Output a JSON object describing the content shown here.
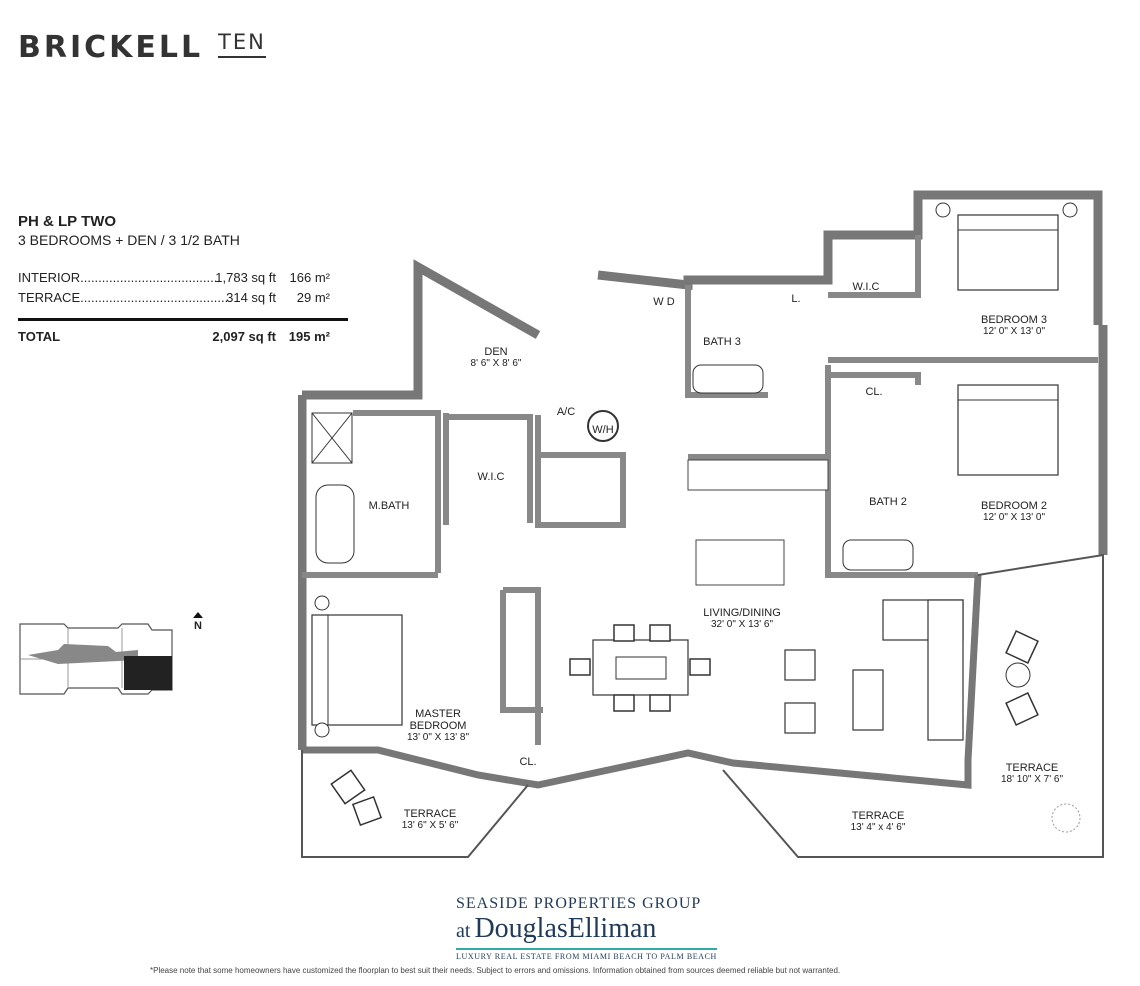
{
  "brand": {
    "name": "BRICKELL",
    "suffix": "TEN"
  },
  "unit": {
    "title": "PH & LP TWO",
    "subtitle": "3 BEDROOMS + DEN  / 3 1/2 BATH",
    "rows": [
      {
        "label": "INTERIOR.......................................",
        "sqft": "1,783 sq ft",
        "m2": "166 m²"
      },
      {
        "label": "TERRACE.........................................",
        "sqft": "314 sq ft",
        "m2": "29 m²"
      }
    ],
    "total": {
      "label": "TOTAL",
      "sqft": "2,097 sq ft",
      "m2": "195 m²"
    }
  },
  "rooms": {
    "den": {
      "name": "DEN",
      "dim": "8' 6\" X 8' 6\""
    },
    "bath3": {
      "name": "BATH 3"
    },
    "linen": {
      "name": "L."
    },
    "wic_top": {
      "name": "W.I.C"
    },
    "bedroom3": {
      "name": "BEDROOM 3",
      "dim": "12' 0\" X 13' 0\""
    },
    "ac": {
      "name": "A/C"
    },
    "wh": {
      "name": "W/H"
    },
    "wd": {
      "name": "W D"
    },
    "cl_top": {
      "name": "CL."
    },
    "mbath": {
      "name": "M.BATH"
    },
    "wic": {
      "name": "W.I.C"
    },
    "bath2": {
      "name": "BATH 2"
    },
    "bedroom2": {
      "name": "BEDROOM 2",
      "dim": "12' 0\" X 13' 0\""
    },
    "living": {
      "name": "LIVING/DINING",
      "dim": "32' 0\" X 13' 6\""
    },
    "master": {
      "name": "MASTER\nBEDROOM",
      "dim": "13' 0\" X 13' 8\""
    },
    "cl_bottom": {
      "name": "CL."
    },
    "terrace_left": {
      "name": "TERRACE",
      "dim": "13' 6\" X 5' 6\""
    },
    "terrace_mid": {
      "name": "TERRACE",
      "dim": "13' 4\" x 4' 6\""
    },
    "terrace_right": {
      "name": "TERRACE",
      "dim": "18' 10\" X 7' 6\""
    }
  },
  "north": "N",
  "footer": {
    "group": "SEASIDE PROPERTIES GROUP",
    "at": "at",
    "brand": "DouglasElliman",
    "tagline": "LUXURY REAL ESTATE FROM MIAMI BEACH TO PALM BEACH",
    "disclaimer": "*Please note that some homeowners have customized the floorplan to best suit their needs. Subject to errors and omissions. Information obtained from sources deemed reliable but not warranted."
  },
  "colors": {
    "wall": "#8a8a8a",
    "line": "#333333",
    "key_unit": "#222222",
    "brand_blue": "#1f3a5a"
  }
}
